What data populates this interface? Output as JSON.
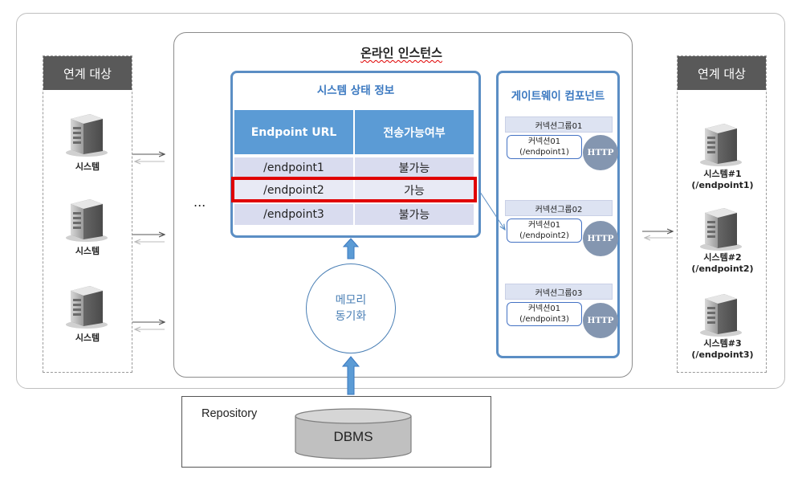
{
  "left_panel": {
    "header": "연계 대상",
    "servers": [
      "시스템",
      "시스템",
      "시스템"
    ]
  },
  "right_panel": {
    "header": "연계 대상",
    "servers": [
      {
        "name": "시스템#1",
        "endpoint": "(/endpoint1)"
      },
      {
        "name": "시스템#2",
        "endpoint": "(/endpoint2)"
      },
      {
        "name": "시스템#3",
        "endpoint": "(/endpoint3)"
      }
    ]
  },
  "online_instance": {
    "title": "온라인 인스턴스",
    "ellipsis": "..."
  },
  "status_table": {
    "title": "시스템 상태 정보",
    "headers": [
      "Endpoint URL",
      "전송가능여부"
    ],
    "rows": [
      {
        "url": "/endpoint1",
        "status": "불가능"
      },
      {
        "url": "/endpoint2",
        "status": "가능",
        "highlighted": true
      },
      {
        "url": "/endpoint3",
        "status": "불가능"
      }
    ]
  },
  "gateway": {
    "title": "게이트웨이 컴포넌트",
    "groups": [
      {
        "group": "커넥션그룹01",
        "conn_name": "커넥션01",
        "conn_endpoint": "(/endpoint1)",
        "protocol": "HTTP"
      },
      {
        "group": "커넥션그룹02",
        "conn_name": "커넥션01",
        "conn_endpoint": "(/endpoint2)",
        "protocol": "HTTP"
      },
      {
        "group": "커넥션그룹03",
        "conn_name": "커넥션01",
        "conn_endpoint": "(/endpoint3)",
        "protocol": "HTTP"
      }
    ]
  },
  "memory_sync": {
    "line1": "메모리",
    "line2": "동기화"
  },
  "repository": {
    "label": "Repository",
    "db": "DBMS"
  },
  "colors": {
    "accent_blue": "#5b8ec4",
    "highlight_red": "#e00000",
    "header_gray": "#595959",
    "http_gray": "#8496b0"
  }
}
